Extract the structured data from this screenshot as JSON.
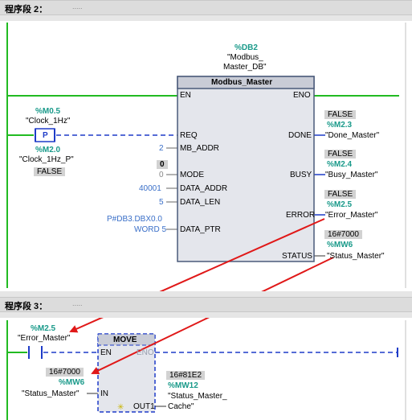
{
  "segment2": {
    "title": "程序段 2：",
    "dots": ".....",
    "instance_db": {
      "address": "%DB2",
      "name_line1": "\"Modbus_",
      "name_line2": "Master_DB\""
    },
    "block": {
      "title": "Modbus_Master",
      "pin_en": "EN",
      "pin_eno": "ENO",
      "pin_req": "REQ",
      "pin_mb_addr": "MB_ADDR",
      "pin_mode": "MODE",
      "pin_data_addr": "DATA_ADDR",
      "pin_data_len": "DATA_LEN",
      "pin_data_ptr": "DATA_PTR",
      "pin_done": "DONE",
      "pin_busy": "BUSY",
      "pin_error": "ERROR",
      "pin_status": "STATUS"
    },
    "inputs": {
      "req_contact": {
        "address": "%M0.5",
        "name": "\"Clock_1Hz\"",
        "symbol": "P"
      },
      "edge_memory": {
        "address": "%M2.0",
        "name": "\"Clock_1Hz_P\"",
        "state": "FALSE"
      },
      "mb_addr_value": "2",
      "mode_state": "0",
      "mode_value": "0",
      "data_addr_value": "40001",
      "data_len_value": "5",
      "data_ptr_line1": "P#DB3.DBX0.0",
      "data_ptr_line2": "WORD 5"
    },
    "outputs": {
      "done": {
        "state": "FALSE",
        "address": "%M2.3",
        "name": "\"Done_Master\""
      },
      "busy": {
        "state": "FALSE",
        "address": "%M2.4",
        "name": "\"Busy_Master\""
      },
      "error": {
        "state": "FALSE",
        "address": "%M2.5",
        "name": "\"Error_Master\""
      },
      "status": {
        "state": "16#7000",
        "address": "%MW6",
        "name": "\"Status_Master\""
      }
    }
  },
  "segment3": {
    "title": "程序段 3：",
    "dots": ".....",
    "contact": {
      "address": "%M2.5",
      "name": "\"Error_Master\""
    },
    "move_block": {
      "title": "MOVE",
      "pin_en": "EN",
      "pin_eno": "ENO",
      "pin_in": "IN",
      "pin_out": "OUT1"
    },
    "in_operand": {
      "state": "16#7000",
      "address": "%MW6",
      "name": "\"Status_Master\""
    },
    "out_operand": {
      "state": "16#81E2",
      "address": "%MW12",
      "name_line1": "\"Status_Master_",
      "name_line2": "Cache\""
    }
  },
  "colors": {
    "power_rail": "#22bb22",
    "dashed_wire": "#1e3cc8",
    "annotation_arrow": "#e01818",
    "address": "#1a9a8a",
    "constant": "#3a6fc8"
  }
}
